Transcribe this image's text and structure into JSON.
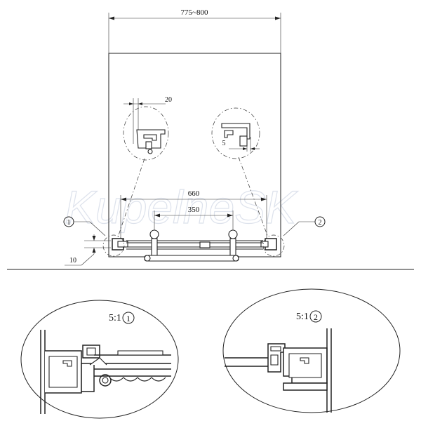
{
  "watermark": "KupelneSK",
  "dimensions": {
    "overall_width": "775~800",
    "detail_gap_left": "20",
    "detail_gap_right": "5",
    "door_width": "660",
    "handle_spacing": "350",
    "floor_clearance": "10"
  },
  "markers": {
    "left": "1",
    "right": "2"
  },
  "details": {
    "left_scale": "5:1",
    "right_scale": "5:1"
  },
  "colors": {
    "line": "#222222",
    "watermark": "#dde2ec"
  }
}
